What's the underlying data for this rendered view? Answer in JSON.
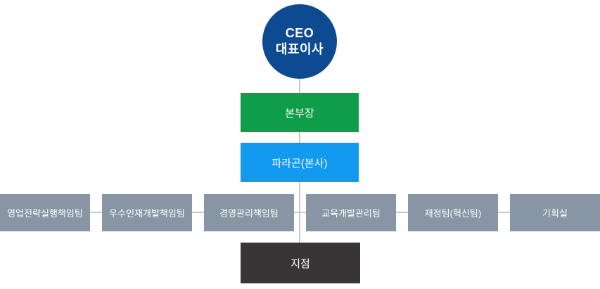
{
  "org": {
    "ceo": {
      "title": "CEO",
      "subtitle": "대표이사"
    },
    "head": {
      "label": "본부장"
    },
    "headquarters": {
      "label": "파라곤(본사)"
    },
    "departments": [
      {
        "label": "영업전략실행책임팀"
      },
      {
        "label": "우수인재개발책임팀"
      },
      {
        "label": "경영관리책임팀"
      },
      {
        "label": "교육개발관리팀"
      },
      {
        "label": "재정팀(혁신팀)"
      },
      {
        "label": "기획실"
      }
    ],
    "branch": {
      "label": "지점"
    }
  },
  "colors": {
    "ceo_circle": "#0e4a92",
    "head_box": "#0f9d4a",
    "headquarters_box": "#129af0",
    "department_box": "#8895a4",
    "branch_box": "#393536",
    "connector_line": "#c9c9c9",
    "text": "#ffffff",
    "background": "#ffffff"
  }
}
